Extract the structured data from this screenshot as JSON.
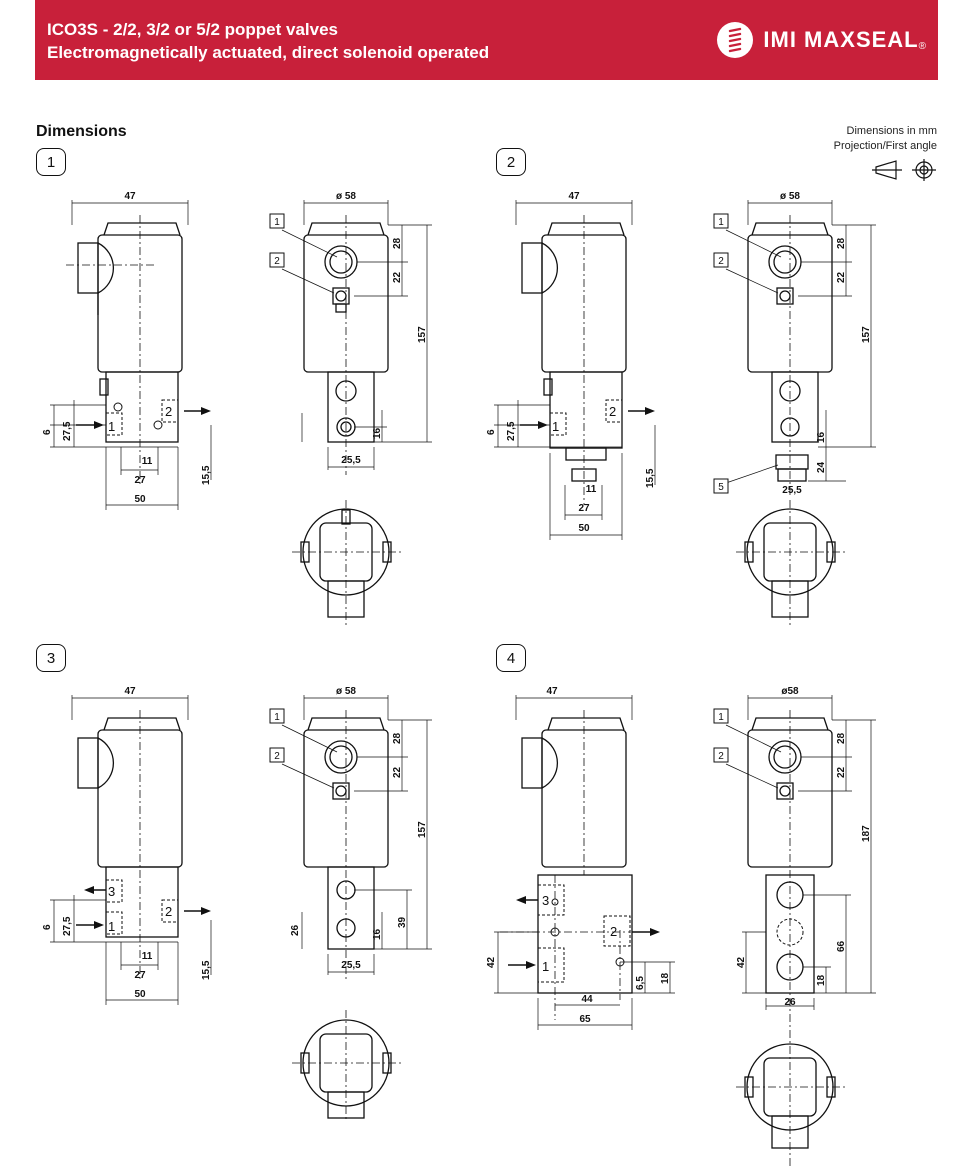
{
  "header": {
    "title_line1": "ICO3S - 2/2, 3/2 or 5/2 poppet valves",
    "title_line2": "Electromagnetically actuated, direct solenoid operated",
    "brand": "IMI MAXSEAL",
    "brand_mark": "®",
    "header_color": "#c8203a"
  },
  "section_title": "Dimensions",
  "units_line1": "Dimensions in mm",
  "units_line2": "Projection/First angle",
  "icons": [
    "spring-logo-icon",
    "first-angle-projection-icon"
  ],
  "figures": [
    {
      "num": "1",
      "side": {
        "width": "47",
        "h1": "6",
        "h2": "27,5",
        "base": "15,5",
        "d1": "11",
        "d2": "27",
        "d3": "50"
      },
      "ports": [
        "1",
        "2"
      ],
      "front": {
        "dia": "ø 58",
        "d1": "28",
        "d2": "22",
        "height": "157",
        "d16": "16",
        "w": "25,5"
      },
      "callouts": [
        "1",
        "2"
      ]
    },
    {
      "num": "2",
      "side": {
        "width": "47",
        "h1": "6",
        "h2": "27,5",
        "base": "15,5",
        "d1": "11",
        "d2": "27",
        "d3": "50"
      },
      "ports": [
        "1",
        "2"
      ],
      "front": {
        "dia": "ø 58",
        "d1": "28",
        "d2": "22",
        "height": "157",
        "d16": "16",
        "d24": "24",
        "w": "25,5"
      },
      "callouts": [
        "1",
        "2",
        "5"
      ]
    },
    {
      "num": "3",
      "side": {
        "width": "47",
        "h1": "6",
        "h2": "27,5",
        "base": "15,5",
        "d1": "11",
        "d2": "27",
        "d3": "50"
      },
      "ports": [
        "1",
        "2",
        "3"
      ],
      "front": {
        "dia": "ø 58",
        "d1": "28",
        "d2": "22",
        "height": "157",
        "d26": "26",
        "d16": "16",
        "d39": "39",
        "w": "25,5"
      },
      "callouts": [
        "1",
        "2"
      ]
    },
    {
      "num": "4",
      "side": {
        "width": "47",
        "h42": "42",
        "d65": "6,5",
        "d18": "18",
        "d44": "44",
        "d65w": "65"
      },
      "ports": [
        "1",
        "2",
        "3"
      ],
      "front": {
        "dia": "ø58",
        "d1": "28",
        "d2": "22",
        "height": "187",
        "d42": "42",
        "d66": "66",
        "d18": "18",
        "w": "26"
      },
      "callouts": [
        "1",
        "2"
      ]
    }
  ]
}
